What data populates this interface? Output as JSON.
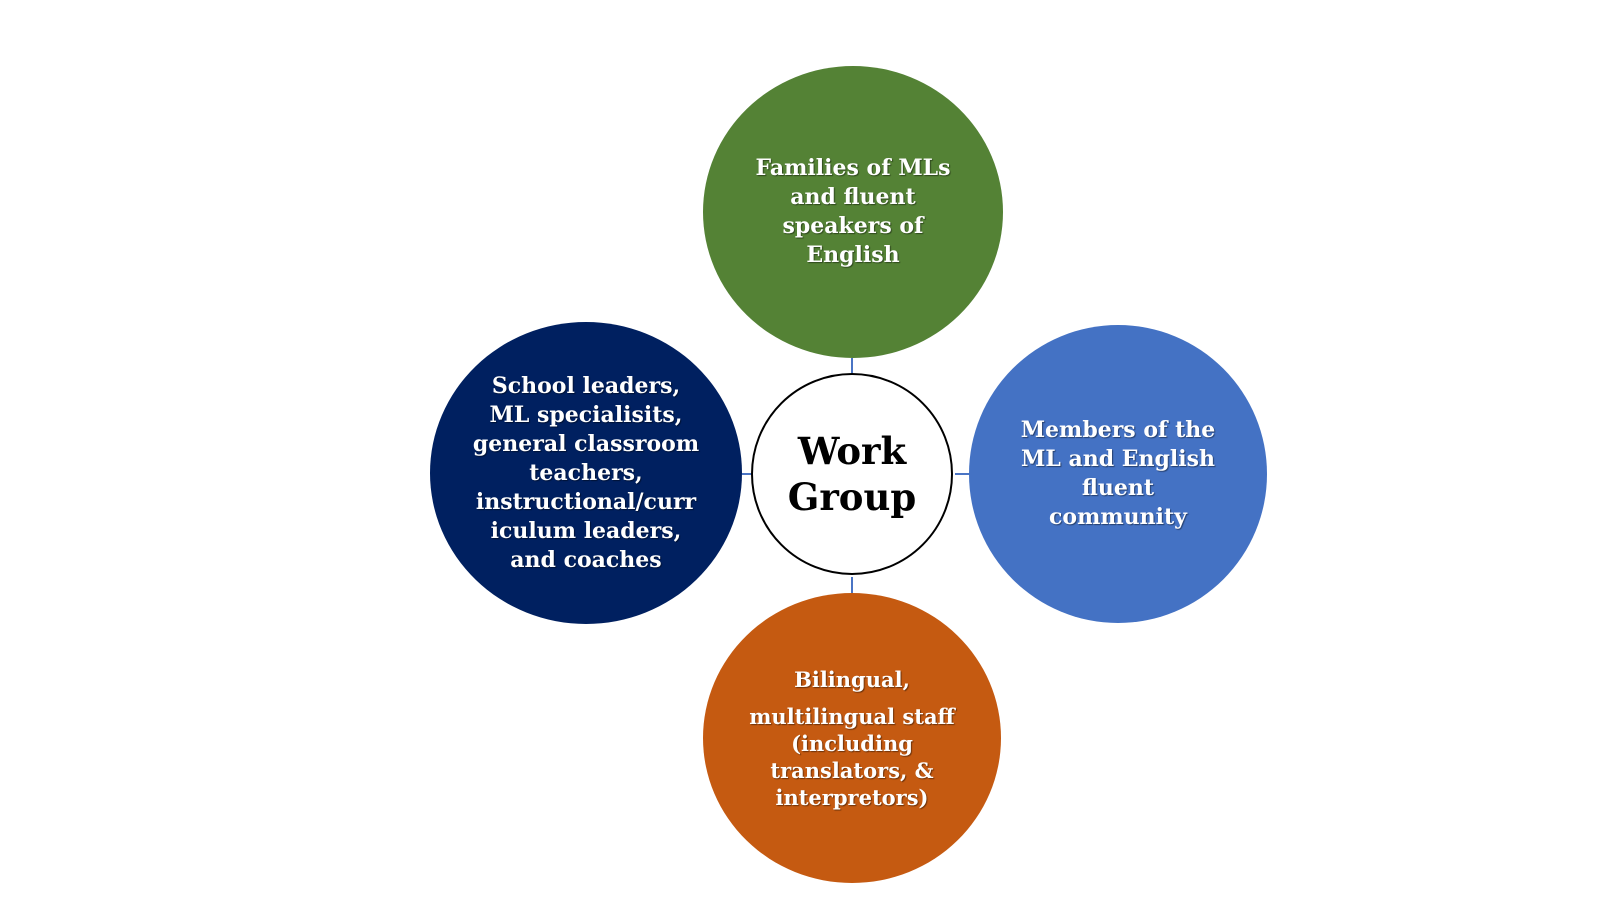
{
  "colors": {
    "connector": "#4a74c4",
    "top": "#548235",
    "left": "#002060",
    "right": "#4472c4",
    "bottom": "#c55a11"
  },
  "center": {
    "label_line1": "Work",
    "label_line2": "Group"
  },
  "nodes": {
    "top": {
      "lines": [
        "Families of MLs",
        "and fluent",
        "speakers of",
        "English"
      ]
    },
    "left": {
      "lines": [
        "School leaders,",
        "ML specialisits,",
        "general classroom",
        "teachers,",
        "instructional/curr",
        "iculum leaders,",
        "and coaches"
      ]
    },
    "right": {
      "lines": [
        "Members of the",
        "ML and English",
        "fluent",
        "community"
      ]
    },
    "bottom": {
      "lines": [
        "Bilingual,",
        "multilingual staff",
        "(including",
        "translators, &",
        "interpretors)"
      ]
    }
  }
}
